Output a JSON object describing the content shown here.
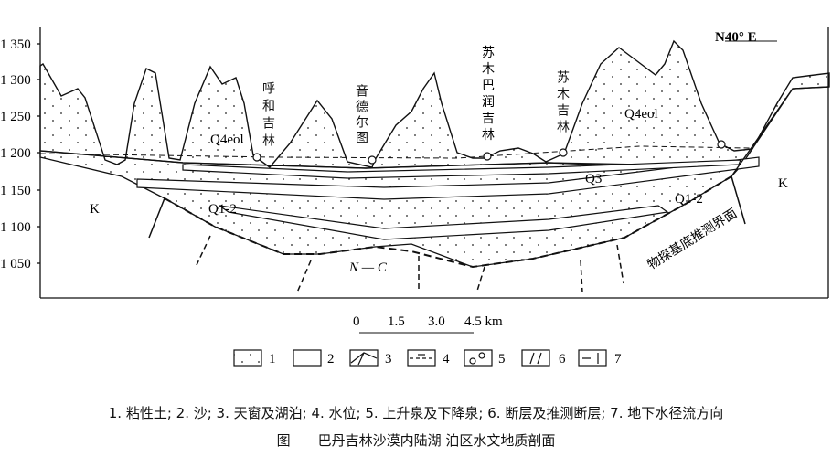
{
  "y_axis": {
    "ticks": [
      "1 350",
      "1 300",
      "1 250",
      "1 200",
      "1 150",
      "1 100",
      "1 050"
    ]
  },
  "orientation": "N40° E",
  "places": [
    {
      "name": "呼和吉林",
      "chars": [
        "呼",
        "和",
        "吉",
        "林"
      ]
    },
    {
      "name": "音德尔图",
      "chars": [
        "音",
        "德",
        "尔",
        "图"
      ]
    },
    {
      "name": "苏木巴润吉林",
      "chars": [
        "苏",
        "木",
        "巴",
        "润",
        "吉",
        "林"
      ]
    },
    {
      "name": "苏木吉林",
      "chars": [
        "苏",
        "木",
        "吉",
        "林"
      ]
    }
  ],
  "units": {
    "k_left": "K",
    "k_right": "K",
    "nc": "N — C",
    "q4_left": "Q4eol",
    "q4_right": "Q4eol",
    "q3": "Q3",
    "q12_left": "Q1-2",
    "q12_right": "Q1-2"
  },
  "basement_label": "物探基底推测界面",
  "scale": {
    "labels": [
      "0",
      "1.5",
      "3.0",
      "4.5 km"
    ]
  },
  "legend": [
    "1",
    "2",
    "3",
    "4",
    "5",
    "6",
    "7"
  ],
  "caption": "1. 粘性土; 2. 沙; 3. 天窗及湖泊; 4. 水位; 5. 上升泉及下降泉; 6. 断层及推测断层; 7.  地下水径流方向",
  "title": "图　　巴丹吉林沙漠内陆湖 泊区水文地质剖面"
}
